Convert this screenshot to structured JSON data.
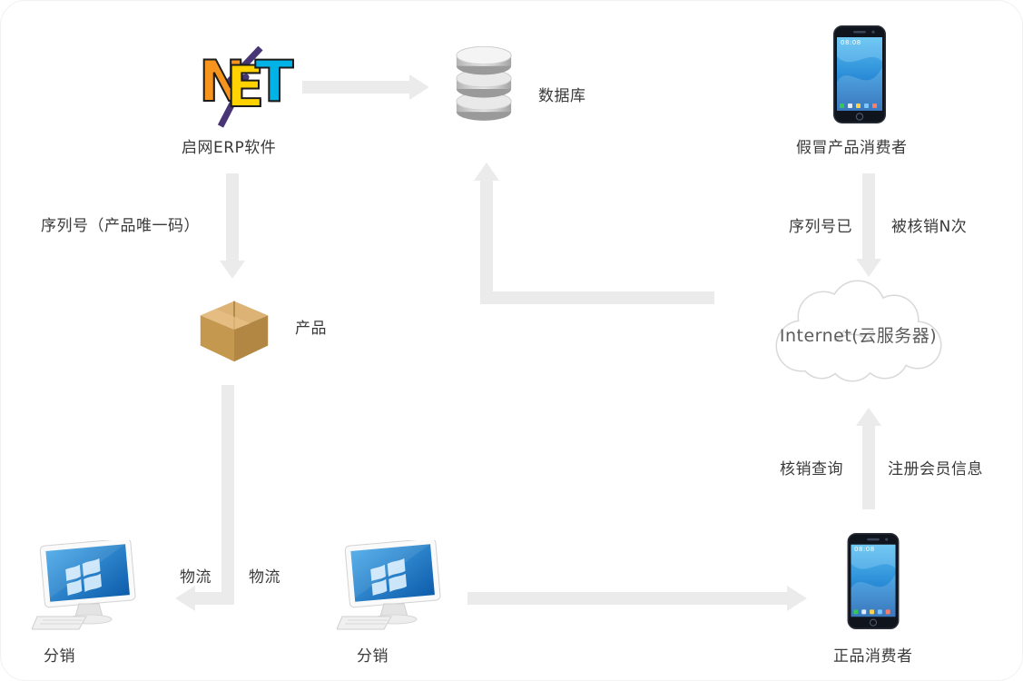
{
  "diagram": {
    "logo": {
      "letters": [
        "N",
        "E",
        "T"
      ],
      "caption": "启网ERP软件"
    },
    "database": {
      "label": "数据库"
    },
    "fake_consumer": {
      "label": "假冒产品消费者",
      "phone_time": "08:08"
    },
    "product": {
      "label": "产品"
    },
    "cloud": {
      "label": "Internet(云服务器)"
    },
    "distributor_left": {
      "label": "分销"
    },
    "distributor_mid": {
      "label": "分销"
    },
    "genuine_consumer": {
      "label": "正品消费者",
      "phone_time": "08:08"
    },
    "flows": {
      "serial_code": "序列号（产品唯一码）",
      "verified_left": "序列号已",
      "verified_right": "被核销N次",
      "query": "核销查询",
      "register": "注册会员信息",
      "logistics_left": "物流",
      "logistics_right": "物流"
    },
    "colors": {
      "arrow": "#ebebeb",
      "text": "#3a3a3a"
    }
  }
}
